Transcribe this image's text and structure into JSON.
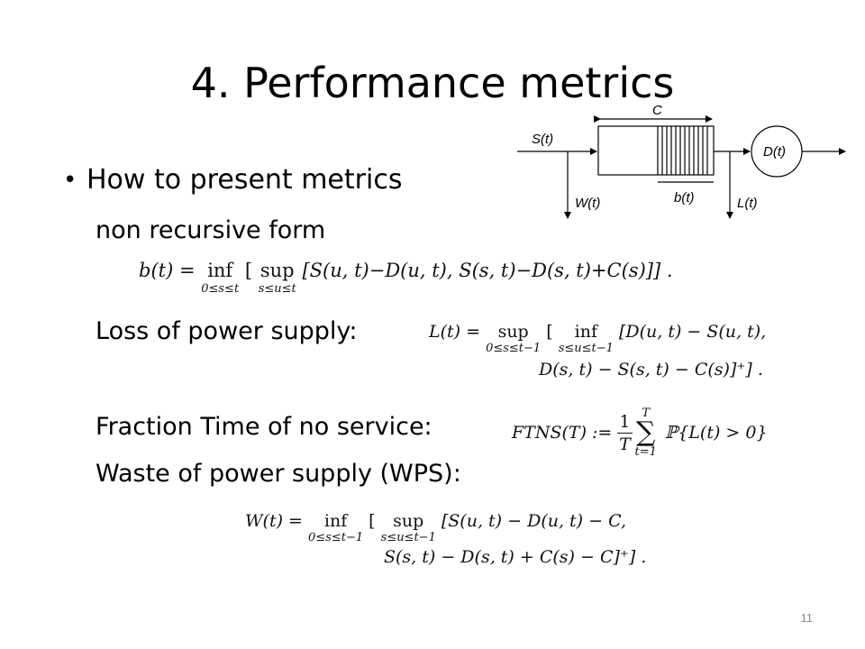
{
  "slide": {
    "title": "4. Performance metrics",
    "bullet": "How to present metrics",
    "items": [
      "non recursive form",
      "Loss of power supply:",
      "Fraction Time of no service:",
      "Waste of power supply (WPS):"
    ],
    "page_number": "11"
  },
  "diagram": {
    "labels": {
      "capacity": "C",
      "supply": "S(t)",
      "demand": "D(t)",
      "waste": "W(t)",
      "buffer": "b(t)",
      "loss": "L(t)"
    }
  },
  "formulas": {
    "b": {
      "lhs": "b(t) = ",
      "inf": "inf",
      "inf_sub": "0≤s≤t",
      "open": " [ ",
      "sup": "sup",
      "sup_sub": "s≤u≤t",
      "body": " [S(u, t)−D(u, t), S(s, t)−D(s, t)+C(s)]] ."
    },
    "L": {
      "lhs": "L(t) = ",
      "sup": "sup",
      "sup_sub": "0≤s≤t−1",
      "open": " [ ",
      "inf": "inf",
      "inf_sub": "s≤u≤t−1",
      "body": " [D(u, t) − S(u, t),",
      "line2": "D(s, t) − S(s, t) − C(s)]⁺] ."
    },
    "FTNS": {
      "lhs": "FTNS(T) := ",
      "frac_num": "1",
      "frac_den": "T",
      "sum_top": "T",
      "sum_sym": "∑",
      "sum_bot": "t=1",
      "body": " ℙ{L(t) > 0}"
    },
    "W": {
      "lhs": "W(t) = ",
      "inf": "inf",
      "inf_sub": "0≤s≤t−1",
      "open": " [ ",
      "sup": "sup",
      "sup_sub": "s≤u≤t−1",
      "body": " [S(u, t) − D(u, t) − C,",
      "line2": "S(s, t) − D(s, t) + C(s) − C]⁺] ."
    }
  }
}
